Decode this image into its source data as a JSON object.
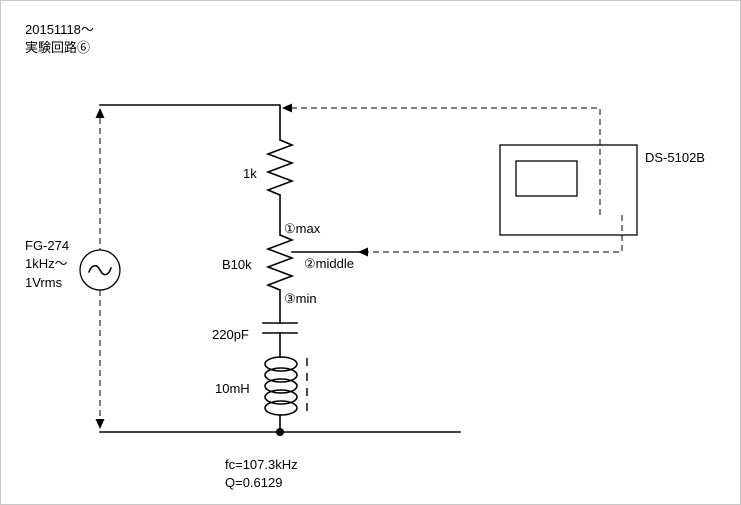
{
  "header": {
    "date": "20151118～",
    "title": "実験回路⑥"
  },
  "generator": {
    "model": "FG-274",
    "frequency": "1kHz～",
    "amplitude": "1Vrms",
    "symbol_icon": "ac-source-icon"
  },
  "components": {
    "resistor": "1k",
    "potentiometer": "B10k",
    "capacitor": "220pF",
    "inductor": "10mH"
  },
  "nodes": {
    "max": "①max",
    "middle": "②middle",
    "min": "③min"
  },
  "oscilloscope": {
    "model": "DS-5102B",
    "icon": "oscilloscope-icon"
  },
  "results": {
    "fc": "fc=107.3kHz",
    "q": "Q=0.6129"
  },
  "colors": {
    "line": "#000000",
    "background": "#ffffff"
  }
}
